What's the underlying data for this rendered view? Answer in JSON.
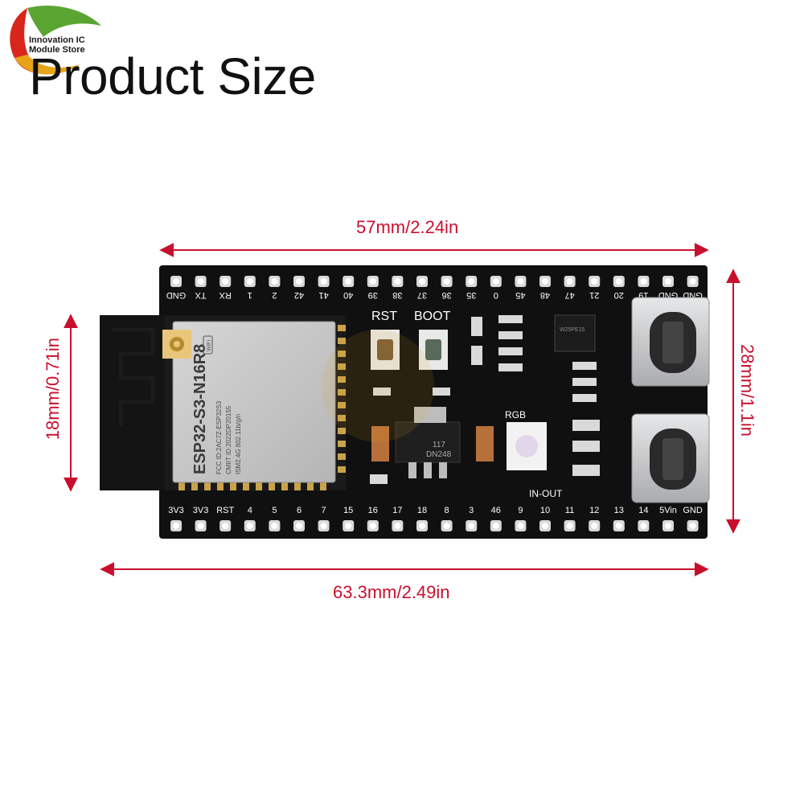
{
  "page": {
    "title": "Product Size",
    "brand_line1": "Innovation IC",
    "brand_line2": "Module Store"
  },
  "dimensions": {
    "top": "57mm/2.24in",
    "bottom": "63.3mm/2.49in",
    "left": "18mm/0.71in",
    "right": "28mm/1.1in"
  },
  "board": {
    "top_pins": [
      "GND",
      "TX",
      "RX",
      "1",
      "2",
      "42",
      "41",
      "40",
      "39",
      "38",
      "37",
      "36",
      "35",
      "0",
      "45",
      "48",
      "47",
      "21",
      "20",
      "19",
      "GND",
      "GND"
    ],
    "bottom_pins": [
      "3V3",
      "3V3",
      "RST",
      "4",
      "5",
      "6",
      "7",
      "15",
      "16",
      "17",
      "18",
      "8",
      "3",
      "46",
      "9",
      "10",
      "11",
      "12",
      "13",
      "14",
      "5Vin",
      "GND"
    ],
    "rst_label": "RST",
    "boot_label": "BOOT",
    "rgb_label": "RGB",
    "inout_label": "IN-OUT",
    "module_name": "ESP32-S3-N16R8",
    "module_line1": "FCC ID:2AC7Z-ESP32S3",
    "module_line2": "CMIIT ID:2022DP20155",
    "module_line3": "ISM2.4G 802.11b/g/n",
    "wifi_badge": "WiFi",
    "chip_top": "117",
    "chip_bottom": "DN248",
    "ic_mark": "W25PE15"
  },
  "colors": {
    "dimension": "#c8102e",
    "pcb": "#101010",
    "shield": "#c7c7c7",
    "connector": "#cfd1d3"
  }
}
